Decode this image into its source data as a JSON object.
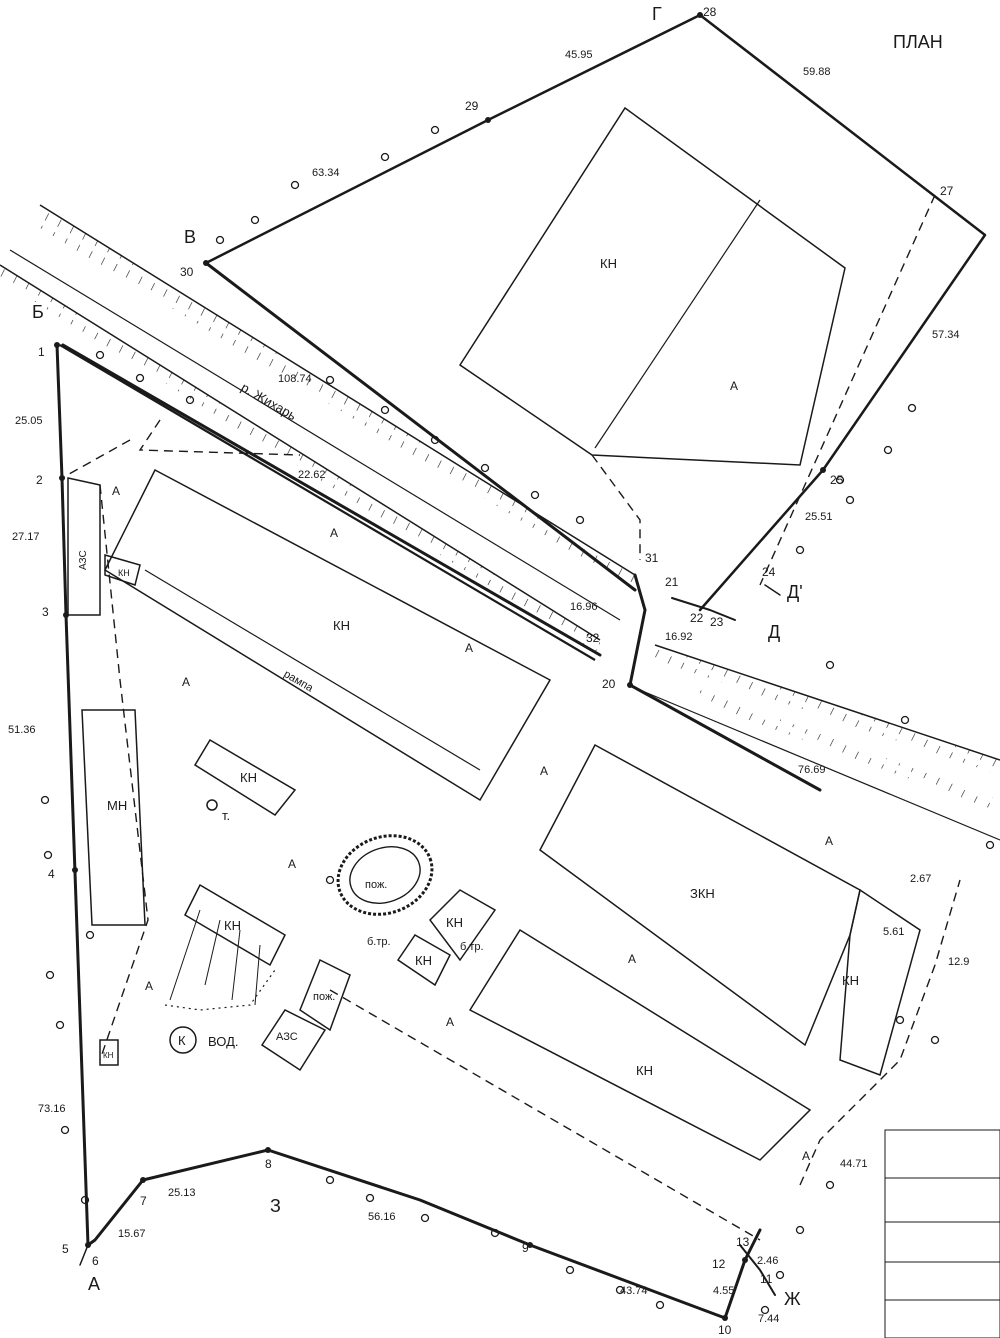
{
  "title": "ПЛАН",
  "corners": {
    "a": "А",
    "b": "Б",
    "v": "В",
    "g": "Г",
    "d": "Д",
    "d2": "Д'",
    "zh": "Ж",
    "z": "З"
  },
  "points": {
    "p1": "1",
    "p2": "2",
    "p3": "3",
    "p4": "4",
    "p5": "5",
    "p6": "6",
    "p7": "7",
    "p8": "8",
    "p9": "9",
    "p10": "10",
    "p11": "11",
    "p12": "12",
    "p13": "13",
    "p20": "20",
    "p21": "21",
    "p22": "22",
    "p23": "23",
    "p24": "24",
    "p25": "25",
    "p27": "27",
    "p28": "28",
    "p29": "29",
    "p30": "30",
    "p31": "31",
    "p32": "32"
  },
  "distances": {
    "d1": "25.05",
    "d2": "27.17",
    "d3": "51.36",
    "d4": "73.16",
    "d5": "15.67",
    "d6": "25.13",
    "d7": "56.16",
    "d8": "43.74",
    "d9": "7.44",
    "d10": "4.55",
    "d11": "2.46",
    "d12": "44.71",
    "d13": "25.51",
    "d14": "57.34",
    "d15": "59.88",
    "d16": "45.95",
    "d17": "63.34",
    "d18": "108.74",
    "d19": "22.62",
    "d20": "16.96",
    "d21": "16.92",
    "d22": "76.69",
    "d23": "2.67",
    "d24": "5.61",
    "d25": "12.9"
  },
  "river": "р. Жихарь",
  "ramp": "рампа",
  "buildings": {
    "kn": "КН",
    "zkn": "ЗКН",
    "mn": "МН",
    "azs": "АЗС",
    "pozh": "пож.",
    "btr": "б.тр.",
    "vod": "ВОД.",
    "k": "К",
    "t": "т."
  },
  "areas": {
    "a": "А"
  },
  "colors": {
    "ink": "#1a1a1a",
    "paper": "#ffffff"
  }
}
